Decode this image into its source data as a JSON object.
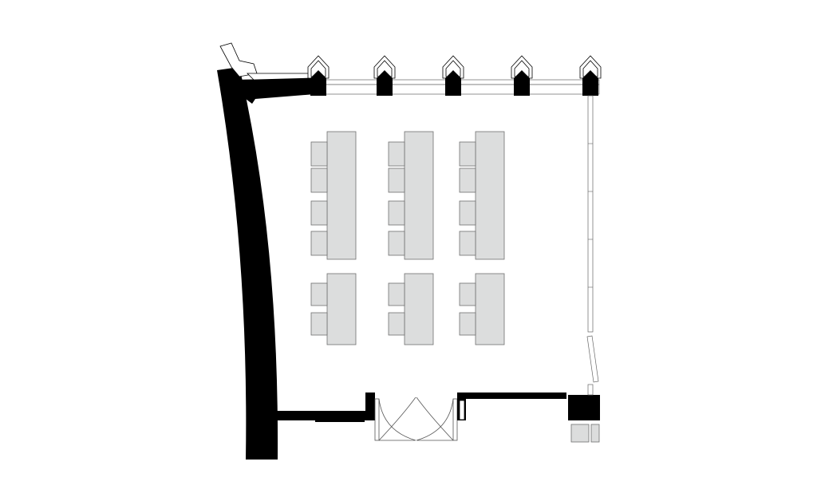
{
  "plan": {
    "title": "",
    "elements": [
      "exterior-curved-wall",
      "window-bays",
      "classroom-tables",
      "chairs",
      "double-door",
      "east-partition"
    ]
  }
}
